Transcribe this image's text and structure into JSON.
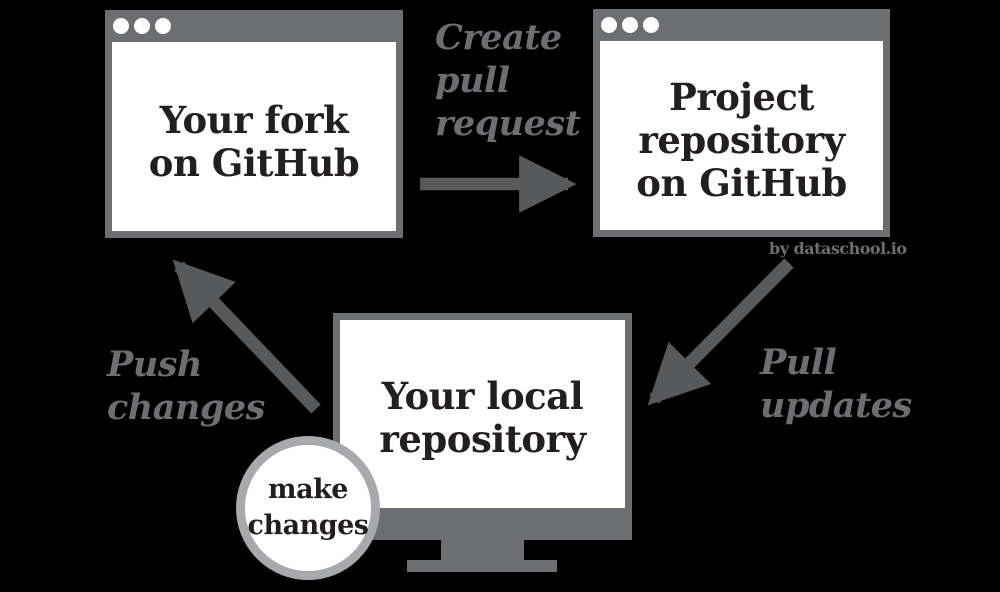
{
  "colors": {
    "background": "#000000",
    "frame_gray": "#6d6e71",
    "arrow_gray": "#58595b",
    "label_gray": "#6d6e71",
    "title_dark": "#231f20",
    "circle_border": "#a7a9ac",
    "surface_white": "#ffffff"
  },
  "fork_window": {
    "line1": "Your fork",
    "line2": "on GitHub"
  },
  "project_window": {
    "line1": "Project",
    "line2": "repository",
    "line3": "on GitHub"
  },
  "local_monitor": {
    "line1": "Your local",
    "line2": "repository"
  },
  "labels": {
    "create_line1": "Create",
    "create_line2": "pull",
    "create_line3": "request",
    "push_line1": "Push",
    "push_line2": "changes",
    "pull_line1": "Pull",
    "pull_line2": "updates",
    "circle_line1": "make",
    "circle_line2": "changes",
    "credit": "by dataschool.io"
  }
}
